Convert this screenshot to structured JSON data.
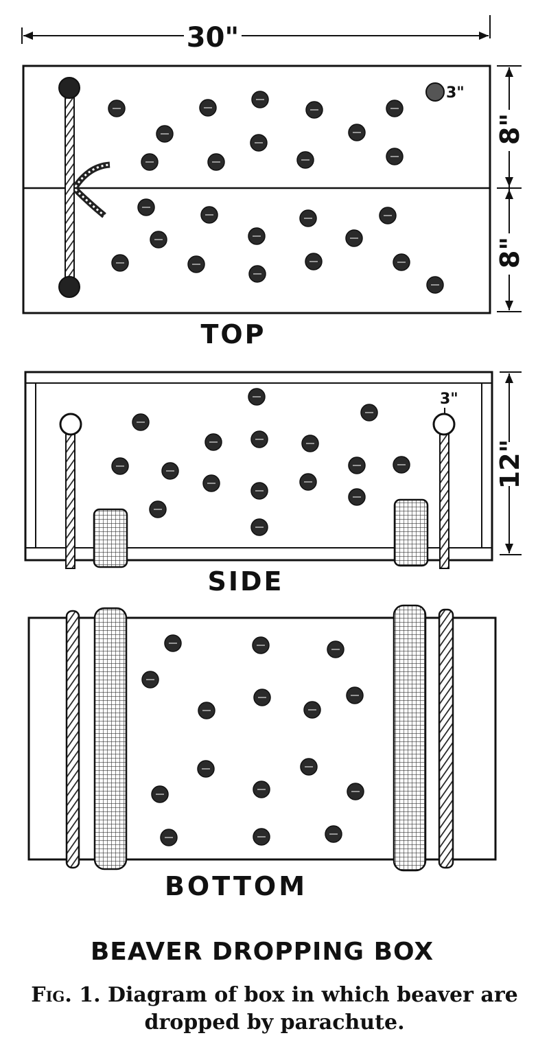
{
  "dimensions": {
    "width": "30\"",
    "top_half": "8\"",
    "bottom_half": "8\"",
    "height": "12\"",
    "hole_top": "3\"",
    "hole_side": "3\""
  },
  "views": {
    "top": "TOP",
    "side": "SIDE",
    "bottom": "BOTTOM"
  },
  "title": "BEAVER DROPPING BOX",
  "caption": {
    "prefix": "Fig. 1.",
    "line1": "Diagram of box in which beaver are",
    "line2": "dropped by parachute."
  }
}
